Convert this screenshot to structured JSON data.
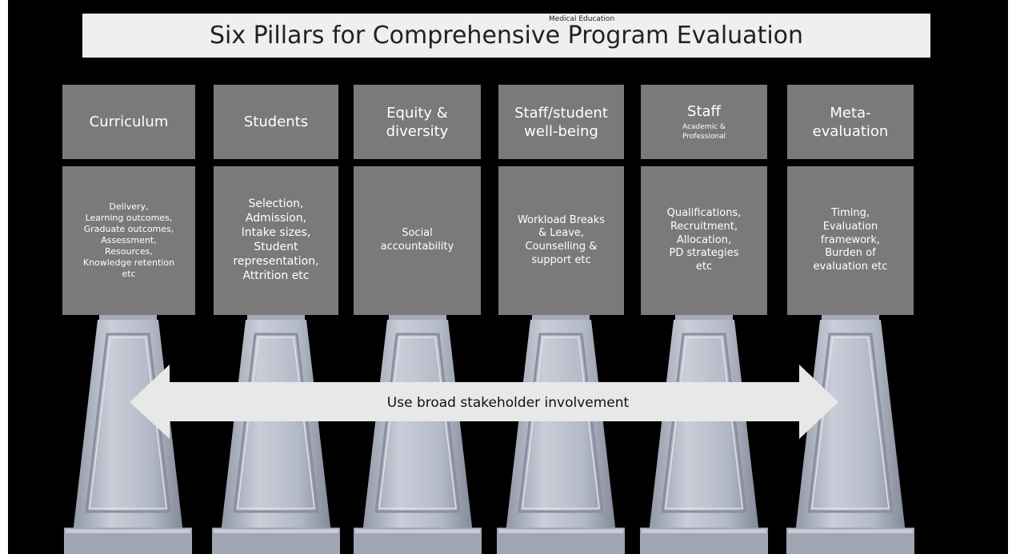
{
  "header": {
    "title": "Six Pillars for Comprehensive Program Evaluation",
    "watermark": "Medical Education"
  },
  "pillars": [
    {
      "heading": "Curriculum",
      "subheading": "",
      "details": "Delivery,\nLearning outcomes,\nGraduate outcomes,\nAssessment,\nResources,\nKnowledge retention\netc"
    },
    {
      "heading": "Students",
      "subheading": "",
      "details": "Selection,\nAdmission,\nIntake sizes,\nStudent\nrepresentation,\nAttrition etc"
    },
    {
      "heading": "Equity &\ndiversity",
      "subheading": "",
      "details": "Social\naccountability"
    },
    {
      "heading": "Staff/student\nwell-being",
      "subheading": "",
      "details": "Workload Breaks\n& Leave,\nCounselling &\nsupport etc"
    },
    {
      "heading": "Staff",
      "subheading": "Academic &\nProfessional",
      "details": "Qualifications,\nRecruitment,\nAllocation,\nPD strategies\netc"
    },
    {
      "heading": "Meta-\nevaluation",
      "subheading": "",
      "details": "Timing,\nEvaluation\nframework,\nBurden of\nevaluation etc"
    }
  ],
  "arrow": {
    "label": "Use broad stakeholder involvement"
  },
  "colors": {
    "background": "#000000",
    "title_box": "#efefef",
    "category_box": "#7a7a7a",
    "pillar": "#b4b9c6",
    "arrow": "#e8e8e8"
  }
}
